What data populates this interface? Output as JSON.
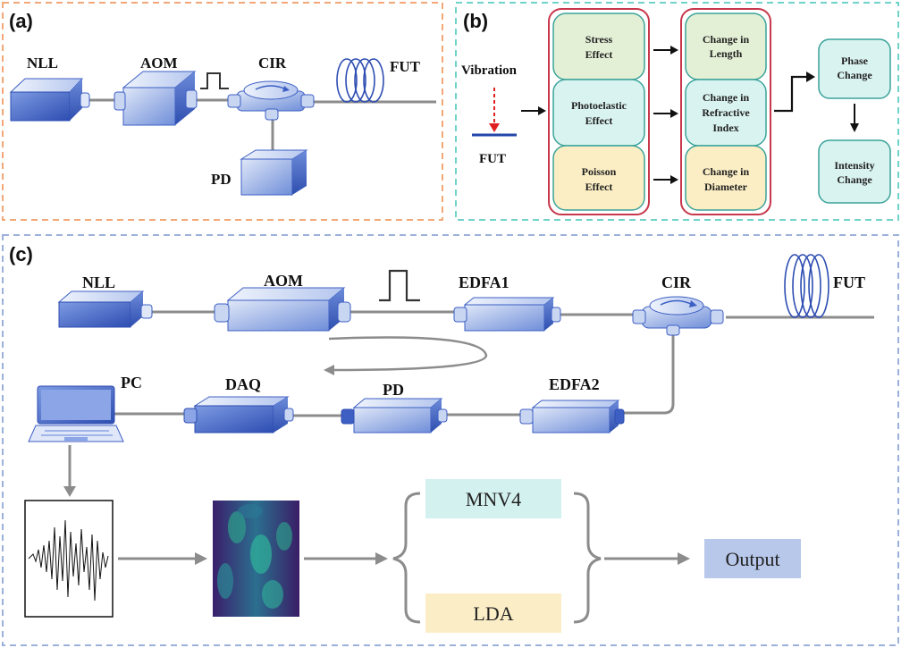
{
  "colors": {
    "panel_a_border": "#f2a777",
    "panel_b_border": "#6fd3c9",
    "panel_c_border": "#9bb1db",
    "device_light": "#c9d6f2",
    "device_dark": "#3d5fc4",
    "line": "#8c8c8c",
    "box_border_red": "#c8374b",
    "stress_fill": "#e4f0d6",
    "photo_fill": "#d9f3f0",
    "poisson_fill": "#fbeec4",
    "mnv4_fill": "#d3f1ef",
    "lda_fill": "#fbeec7",
    "output_fill": "#b8c8ea",
    "vibration_arrow": "#e02020",
    "fut_bar": "#2346a8"
  },
  "panel_a": {
    "tag": "(a)",
    "nll": "NLL",
    "aom": "AOM",
    "cir": "CIR",
    "fut": "FUT",
    "pd": "PD"
  },
  "panel_b": {
    "tag": "(b)",
    "vibration": "Vibration",
    "fut": "FUT",
    "effects": [
      {
        "line1": "Stress",
        "line2": "Effect"
      },
      {
        "line1": "Photoelastic",
        "line2": "Effect"
      },
      {
        "line1": "Poisson",
        "line2": "Effect"
      }
    ],
    "changes": [
      {
        "line1": "Change in",
        "line2": "Length",
        "line3": ""
      },
      {
        "line1": "Change in",
        "line2": "Refractive",
        "line3": "Index"
      },
      {
        "line1": "Change in",
        "line2": "Diameter",
        "line3": ""
      }
    ],
    "phase": {
      "line1": "Phase",
      "line2": "Change"
    },
    "intensity": {
      "line1": "Intensity",
      "line2": "Change"
    }
  },
  "panel_c": {
    "tag": "(c)",
    "nll": "NLL",
    "aom": "AOM",
    "edfa1": "EDFA1",
    "cir": "CIR",
    "fut": "FUT",
    "pc": "PC",
    "daq": "DAQ",
    "pd": "PD",
    "edfa2": "EDFA2",
    "mnv4": "MNV4",
    "lda": "LDA",
    "output": "Output"
  },
  "icons": {
    "signal": "waveform-icon",
    "spectrogram": "spectrogram-icon",
    "laptop": "laptop-icon",
    "fiber_coil": "fiber-coil-icon",
    "pulse": "pulse-icon"
  }
}
